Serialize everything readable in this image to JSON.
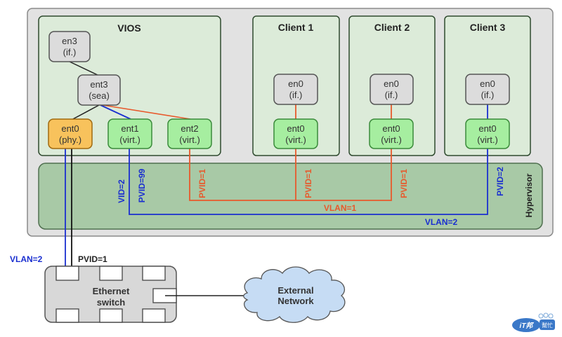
{
  "colors": {
    "frame_bg": "#e2e2e2",
    "lpar_bg": "#dcebd9",
    "lpar_border": "#2e4a2e",
    "hypervisor_bg": "#a8c9a6",
    "if_node": "#dcdcdc",
    "virt_node": "#a6eea0",
    "phy_node": "#f8c25c",
    "vlan1": "#e8592c",
    "vlan2": "#1a2fd0",
    "black": "#111111",
    "switch_bg": "#d8d8d8",
    "cloud_bg": "#c6dcf4"
  },
  "vios": {
    "title": "VIOS",
    "nodes": {
      "en3": {
        "name": "en3",
        "type": "(if.)"
      },
      "ent3": {
        "name": "ent3",
        "type": "(sea)"
      },
      "ent0": {
        "name": "ent0",
        "type": "(phy.)"
      },
      "ent1": {
        "name": "ent1",
        "type": "(virt.)"
      },
      "ent2": {
        "name": "ent2",
        "type": "(virt.)"
      }
    }
  },
  "clients": [
    {
      "title": "Client 1",
      "if": {
        "name": "en0",
        "type": "(if.)"
      },
      "virt": {
        "name": "ent0",
        "type": "(virt.)"
      },
      "pvid": "PVID=1"
    },
    {
      "title": "Client 2",
      "if": {
        "name": "en0",
        "type": "(if.)"
      },
      "virt": {
        "name": "ent0",
        "type": "(virt.)"
      },
      "pvid": "PVID=1"
    },
    {
      "title": "Client 3",
      "if": {
        "name": "en0",
        "type": "(if.)"
      },
      "virt": {
        "name": "ent0",
        "type": "(virt.)"
      },
      "pvid": "PVID=2"
    }
  ],
  "hypervisor": {
    "label": "Hypervisor",
    "vid_label": "VID=2",
    "ent1_pvid": "PVID=99",
    "ent2_pvid": "PVID=1",
    "vlan1_label": "VLAN=1",
    "vlan2_label": "VLAN=2"
  },
  "switch": {
    "label_line1": "Ethernet",
    "label_line2": "switch",
    "vlan_label": "VLAN=2",
    "pvid_label": "PVID=1"
  },
  "cloud": {
    "label_line1": "External",
    "label_line2": "Network"
  },
  "watermark": {
    "text1": "iT邦",
    "text2": "幫忙"
  }
}
